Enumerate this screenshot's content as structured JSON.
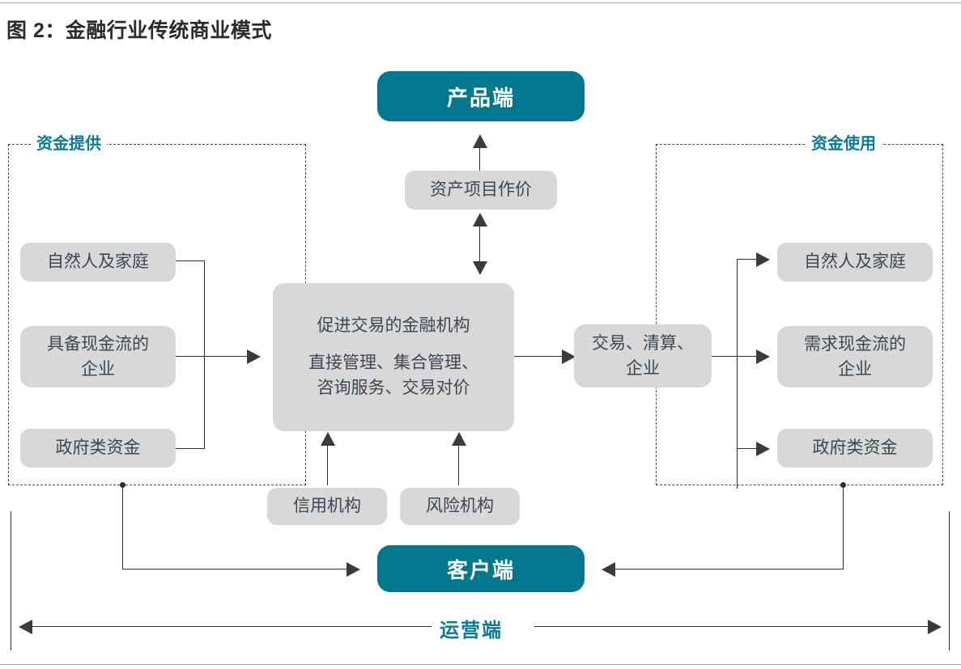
{
  "figure": {
    "title": "图 2：金融行业传统商业模式"
  },
  "colors": {
    "teal": "#02788e",
    "gray_node": "#d8d8d8",
    "node_text": "#3c4753",
    "connector": "#2f2f2f",
    "dash_border": "#3f4a52"
  },
  "top": {
    "product_end": "产品端",
    "asset_pricing": "资产项目作价"
  },
  "groups": {
    "left": {
      "label": "资金提供",
      "items": [
        {
          "label": "自然人及家庭"
        },
        {
          "label": "具备现金流的\n企业",
          "line1": "具备现金流的",
          "line2": "企业"
        },
        {
          "label": "政府类资金"
        }
      ]
    },
    "right": {
      "label": "资金使用",
      "items": [
        {
          "label": "自然人及家庭"
        },
        {
          "label": "需求现金流的\n企业",
          "line1": "需求现金流的",
          "line2": "企业"
        },
        {
          "label": "政府类资金"
        }
      ]
    }
  },
  "center": {
    "line1": "促进交易的金融机构",
    "line2": "直接管理、集合管理、",
    "line3": "咨询服务、交易对价"
  },
  "clearing": {
    "line1": "交易、清算、",
    "line2": "企业"
  },
  "support": {
    "credit_agency": "信用机构",
    "risk_agency": "风险机构"
  },
  "bottom": {
    "client_end": "客户端",
    "operations_end": "运营端"
  }
}
